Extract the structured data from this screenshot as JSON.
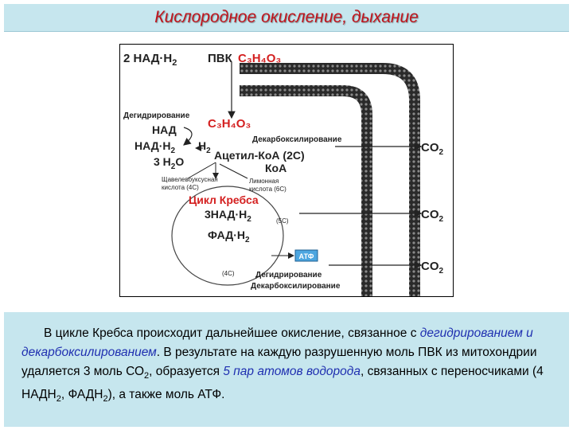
{
  "title": "Кислородное окисление, дыхание",
  "diagram": {
    "top_left": "2 НАД·Н",
    "top_left_sub": "2",
    "pvk": "ПВК",
    "pvk_formula": "C₃H₄O₃",
    "dehydration_1": "Дегидрирование",
    "nad": "НАД",
    "nadh2": "НАД·Н",
    "nadh2_sub": "2",
    "h2": "Н",
    "h2_sub": "2",
    "three_h2o": "3 Н",
    "three_h2o_sub": "2",
    "three_h2o_end": "О",
    "middle_formula": "C₃H₄O₃",
    "decarbox_1": "Декарбоксилирование",
    "acetyl_coa": "Ацетил-КоА (2С)",
    "coa": "КоА",
    "oxaloacetic_1": "Щавелевоуксусная",
    "oxaloacetic_2": "кислота (4С)",
    "citric_1": "Лимонная",
    "citric_2": "кислота (6С)",
    "krebs": "Цикл Кребса",
    "three_nadh2": "3НАД·Н",
    "three_nadh2_sub": "2",
    "five_c": "(5С)",
    "fadh2": "ФАД·Н",
    "fadh2_sub": "2",
    "atf": "АТФ",
    "four_c": "(4С)",
    "dehydration_2": "Дегидрирование",
    "decarbox_2": "Декарбоксилирование",
    "co2_label": "CO",
    "co2_sub": "2"
  },
  "text": {
    "part1": "В цикле Кребса происходит дальнейшее окисление, связанное с ",
    "hl1": "дегидрированием и декарбоксилированием",
    "part2": ". В результате на каждую разрушенную моль ПВК из митохондрии удаляется 3 моль СО",
    "part2_sub": "2",
    "part3": ", образуется ",
    "hl2": "5 пар атомов водорода",
    "part4": ", связанных с переносчиками (4 НАДН",
    "part4_sub": "2",
    "part5": ", ФАДН",
    "part5_sub": "2",
    "part6": "), а также моль АТФ."
  }
}
